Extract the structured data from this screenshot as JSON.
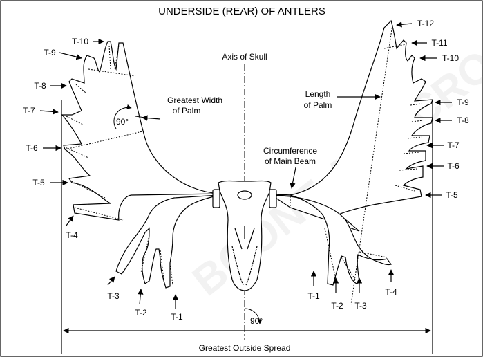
{
  "title": "UNDERSIDE (REAR) OF ANTLERS",
  "labels": {
    "axis_of_skull": "Axis of Skull",
    "length_of_palm_1": "Length",
    "length_of_palm_2": "of Palm",
    "greatest_width_1": "Greatest Width",
    "greatest_width_2": "of Palm",
    "circumference_1": "Circumference",
    "circumference_2": "of Main Beam",
    "angle_palm": "90°",
    "angle_axis": "90°",
    "greatest_outside_spread": "Greatest Outside Spread"
  },
  "left_tines": [
    "T-10",
    "T-9",
    "T-8",
    "T-7",
    "T-6",
    "T-5",
    "T-4",
    "T-3",
    "T-2",
    "T-1"
  ],
  "right_tines": [
    "T-12",
    "T-11",
    "T-10",
    "T-9",
    "T-8",
    "T-7",
    "T-6",
    "T-5",
    "T-1",
    "T-2",
    "T-3",
    "T-4"
  ],
  "watermark": "BOONE AND CROCKETT CLUB"
}
